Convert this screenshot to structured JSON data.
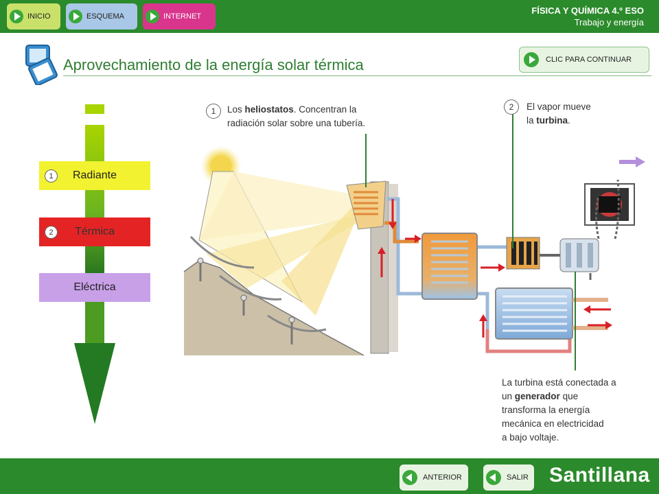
{
  "header": {
    "nav": [
      {
        "label": "INICIO"
      },
      {
        "label": "ESQUEMA"
      },
      {
        "label": "INTERNET"
      }
    ],
    "subject": "FÍSICA Y QUÍMICA 4.º ESO",
    "topic": "Trabajo y energía"
  },
  "title": "Aprovechamiento de la energía solar térmica",
  "continue_label": "CLIC PARA CONTINUAR",
  "energy": [
    {
      "num": "1",
      "label": "Radiante",
      "color": "#f2f230"
    },
    {
      "num": "2",
      "label": "Térmica",
      "color": "#e42424"
    },
    {
      "num": "",
      "label": "Eléctrica",
      "color": "#c8a0e8"
    }
  ],
  "step1": {
    "num": "1",
    "pre": "Los ",
    "bold": "heliostatos",
    "post": ". Concentran la",
    "line2": "radiación solar sobre una tubería."
  },
  "step2": {
    "num": "2",
    "line1": "El vapor mueve",
    "pre2": "la ",
    "bold": "turbina",
    "post2": "."
  },
  "generator_text": {
    "line1": "La turbina está conectada a",
    "pre2": "un ",
    "bold": "generador",
    "post2": " que",
    "line3": "transforma la energía",
    "line4": "mecánica en electricidad",
    "line5": "a bajo voltaje."
  },
  "footer": {
    "prev_label": "ANTERIOR",
    "exit_label": "SALIR",
    "brand": "Santillana"
  },
  "colors": {
    "bar_green": "#2b8a2b",
    "title_green": "#2f7d32"
  }
}
